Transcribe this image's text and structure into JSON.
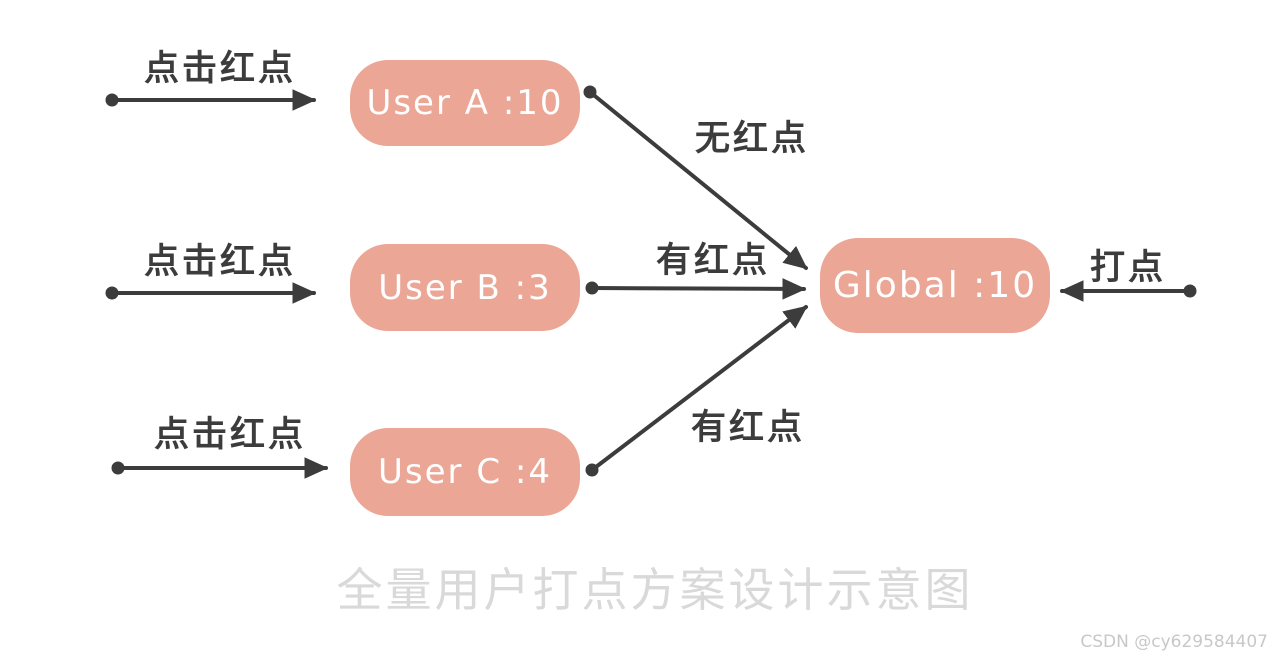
{
  "diagram": {
    "title_caption": "全量用户打点方案设计示意图",
    "watermark": "CSDN @cy629584407",
    "nodes": [
      {
        "id": "user-a",
        "label": "User A :10"
      },
      {
        "id": "user-b",
        "label": "User B :3"
      },
      {
        "id": "user-c",
        "label": "User C :4"
      },
      {
        "id": "global",
        "label": "Global :10"
      }
    ],
    "edges": [
      {
        "id": "click-a",
        "from": "external",
        "to": "user-a",
        "label": "点击红点"
      },
      {
        "id": "click-b",
        "from": "external",
        "to": "user-b",
        "label": "点击红点"
      },
      {
        "id": "click-c",
        "from": "external",
        "to": "user-c",
        "label": "点击红点"
      },
      {
        "id": "a-to-global",
        "from": "user-a",
        "to": "global",
        "label": "无红点"
      },
      {
        "id": "b-to-global",
        "from": "user-b",
        "to": "global",
        "label": "有红点"
      },
      {
        "id": "c-to-global",
        "from": "user-c",
        "to": "global",
        "label": "有红点"
      },
      {
        "id": "report",
        "from": "external",
        "to": "global",
        "label": "打点"
      }
    ],
    "colors": {
      "node_fill": "#EBA695",
      "node_text": "#FFFFFF",
      "arrow_stroke": "#3C3C3C",
      "caption_text": "#D9D9D9",
      "watermark_text": "#C8C8C8",
      "background": "#FFFFFF"
    }
  }
}
